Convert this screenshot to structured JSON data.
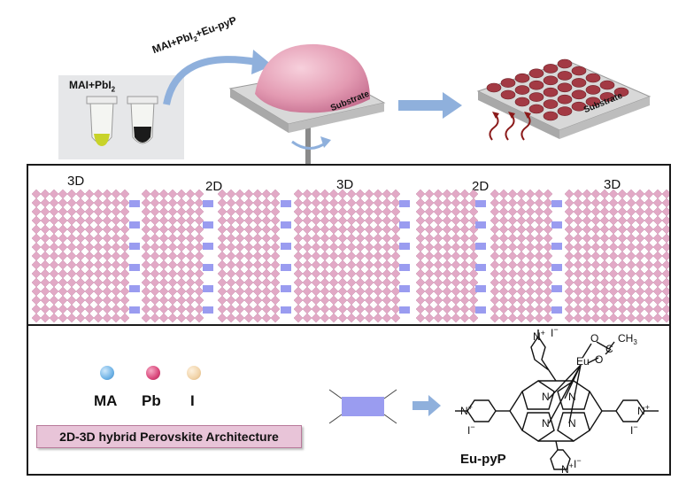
{
  "top": {
    "photo_label": "MAI+PbI",
    "photo_label_sub": "2",
    "arrow_label": "MAI+PbI",
    "arrow_label_sub": "2",
    "arrow_label_suffix": "+Eu-pyP",
    "substrate_label_1": "Substrate",
    "substrate_label_2": "Substrate"
  },
  "structure": {
    "section_labels": [
      "3D",
      "2D",
      "3D",
      "2D",
      "3D"
    ]
  },
  "legend": {
    "items": [
      {
        "label": "MA",
        "color": "#6fb3e6"
      },
      {
        "label": "Pb",
        "color": "#d9467a"
      },
      {
        "label": "I",
        "color": "#f1d3a8"
      }
    ],
    "caption": "2D-3D hybrid Perovskite Architecture"
  },
  "molecule": {
    "name": "Eu-pyP",
    "metal": "Eu",
    "ch3": "CH",
    "ch3_sub": "3",
    "carbon": "C",
    "oxygen": "O",
    "nitrogen": "N",
    "n_plus": "N",
    "iodide": "I",
    "minus": "−",
    "plus": "+"
  },
  "colors": {
    "octahedron": "#e2a9c6",
    "octahedron_edge": "#c58aaa",
    "spacer": "#9a9cf0",
    "arrow": "#8fb0dc",
    "dome": "#e7a0b8",
    "crystal": "#a33a44"
  }
}
